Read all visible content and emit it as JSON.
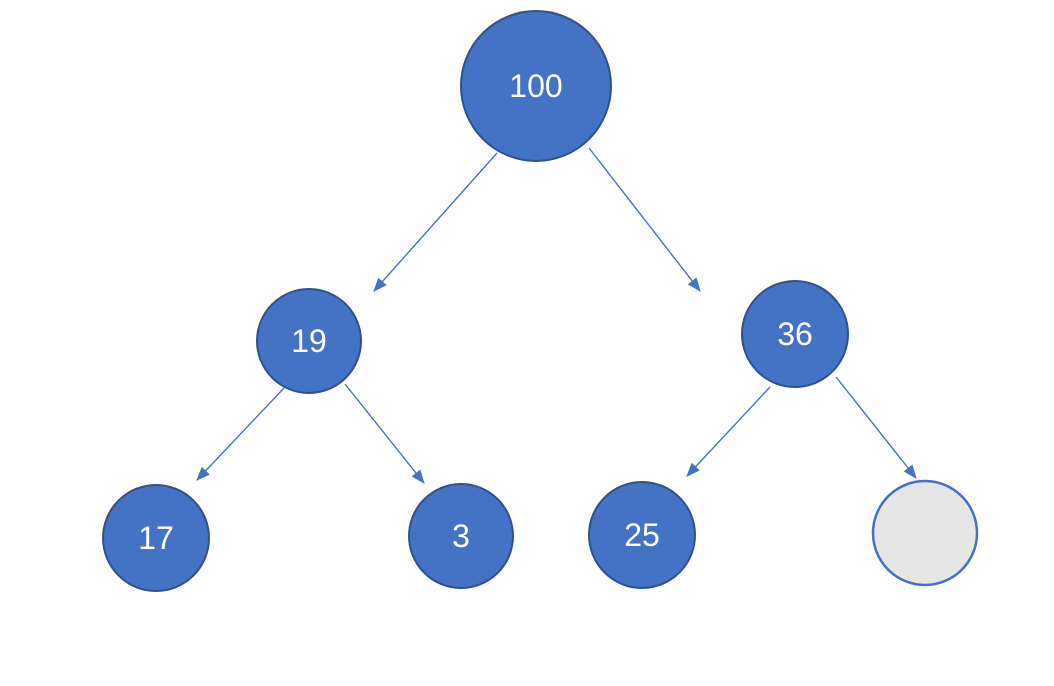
{
  "diagram": {
    "type": "binary-tree",
    "nodes": {
      "root": {
        "label": "100",
        "empty": false
      },
      "left": {
        "label": "19",
        "empty": false
      },
      "right": {
        "label": "36",
        "empty": false
      },
      "left_left": {
        "label": "17",
        "empty": false
      },
      "left_right": {
        "label": "3",
        "empty": false
      },
      "right_left": {
        "label": "25",
        "empty": false
      },
      "right_right": {
        "label": "",
        "empty": true
      }
    },
    "edges": [
      {
        "from": "root",
        "to": "left"
      },
      {
        "from": "root",
        "to": "right"
      },
      {
        "from": "left",
        "to": "left_left"
      },
      {
        "from": "left",
        "to": "left_right"
      },
      {
        "from": "right",
        "to": "right_left"
      },
      {
        "from": "right",
        "to": "right_right"
      }
    ],
    "colors": {
      "node_fill": "#4472C4",
      "node_stroke": "#2F528F",
      "empty_node_fill": "#E7E6E6",
      "empty_node_stroke": "#4472C4",
      "arrow": "#4472C4",
      "label_text": "#FFFFFF",
      "background": "#FFFFFF"
    }
  }
}
